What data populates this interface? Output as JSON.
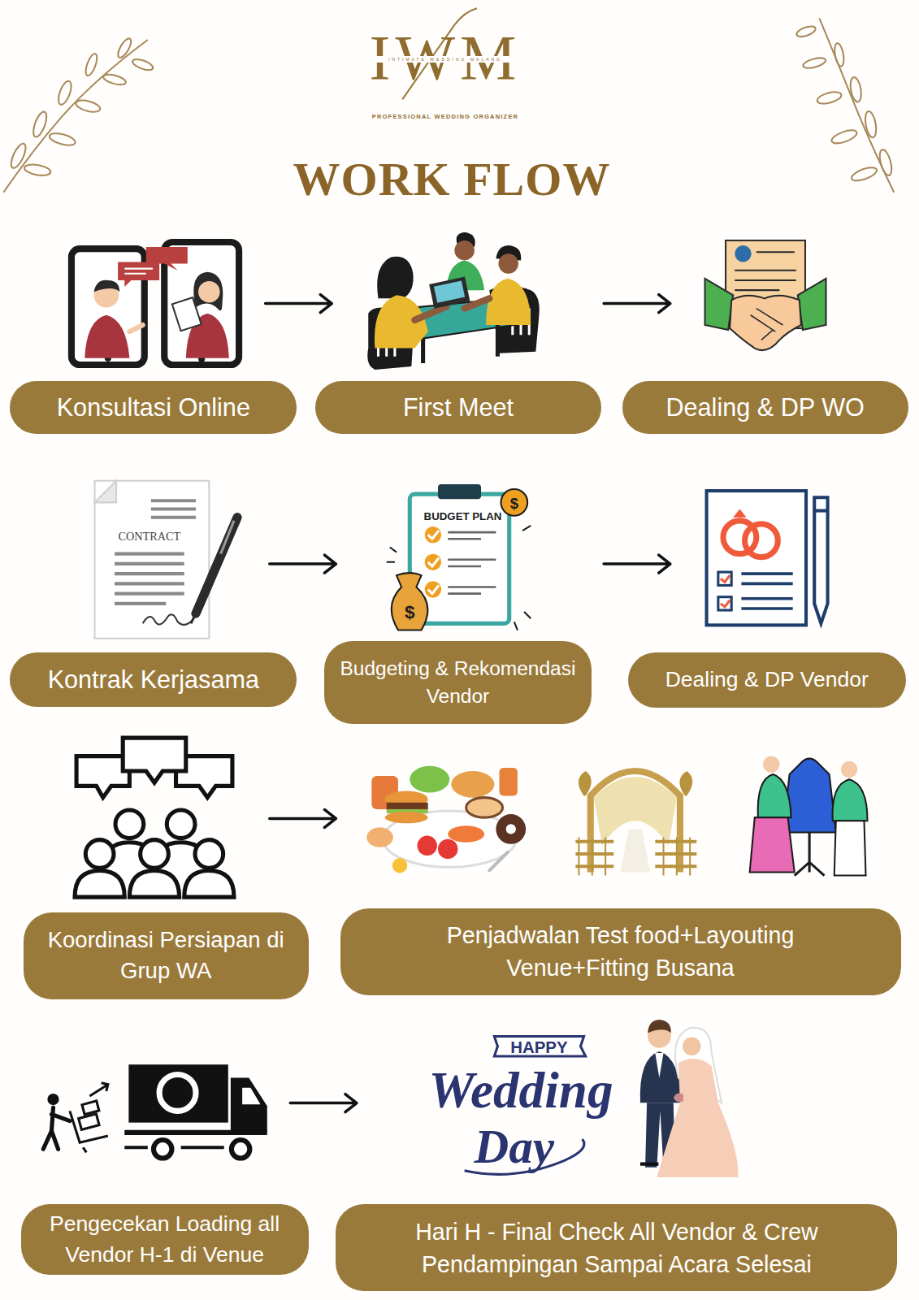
{
  "diagram": {
    "title": "WORK FLOW",
    "nodes": [
      {
        "text": [
          "Konsultasi Online"
        ]
      },
      {
        "text": [
          "First Meet"
        ]
      },
      {
        "text": [
          "Dealing & DP WO"
        ]
      },
      {
        "text": [
          "Kontrak Kerjasama"
        ]
      },
      {
        "text": [
          "Budgeting & Rekomendasi Vendor"
        ]
      },
      {
        "text": [
          "Dealing & DP Vendor"
        ]
      },
      {
        "text": [
          "Koordinasi Persiapan di Grup WA"
        ]
      },
      {
        "text": [
          "Penjadwalan Test food+Layouting Venue+Fitting Busana"
        ]
      },
      {
        "text": [
          "Pengecekan Loading all Vendor H-1 di Venue"
        ]
      },
      {
        "text": [
          "Hari H - Final Check All Vendor & Crew Pendampingan Sampai Acara Selesai"
        ]
      }
    ],
    "edges": [
      {
        "from": 0,
        "to": 1,
        "arrow": "to"
      },
      {
        "from": 1,
        "to": 2,
        "arrow": "to"
      },
      {
        "from": 3,
        "to": 4,
        "arrow": "to"
      },
      {
        "from": 4,
        "to": 5,
        "arrow": "to"
      },
      {
        "from": 6,
        "to": 7,
        "arrow": "to"
      },
      {
        "from": 8,
        "to": 9,
        "arrow": "to"
      }
    ],
    "labels": [
      "IWM",
      "INTIMATE WEDDING MALANG",
      "PROFESSIONAL WEDDING ORGANIZER",
      "CONTRACT",
      "BUDGET PLAN",
      "$",
      "$",
      "HAPPY",
      "Wedding",
      "Day"
    ]
  }
}
